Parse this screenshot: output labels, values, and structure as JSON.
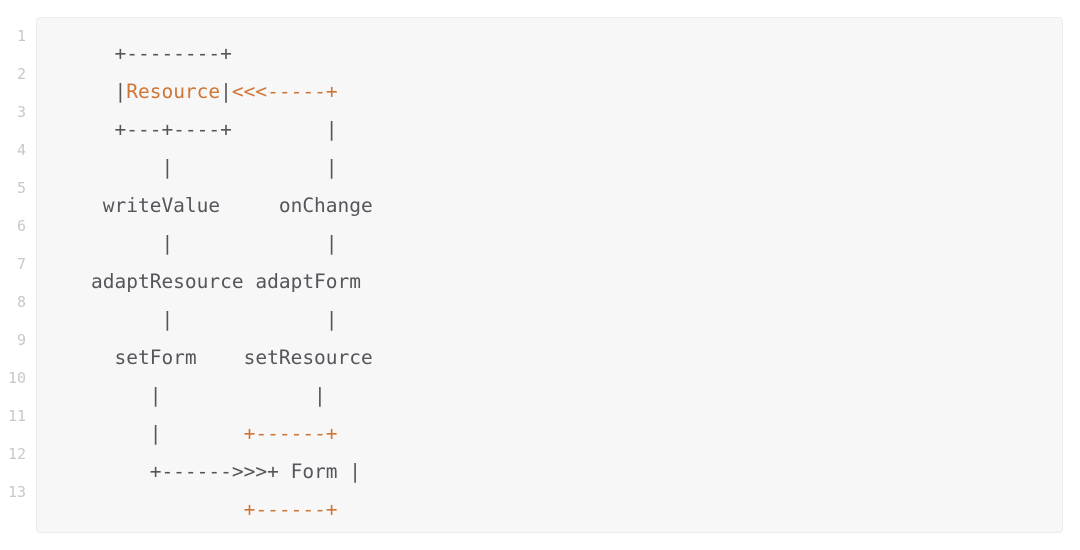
{
  "meta": {
    "kind": "ascii-art-code-block",
    "colors": {
      "page_background": "#ffffff",
      "block_background": "#f7f7f8",
      "block_border": "#ececee",
      "text_default": "#55565b",
      "text_accent": "#cf7535",
      "line_number": "#c8c8cc"
    }
  },
  "gutter": {
    "line_numbers": [
      "1",
      "2",
      "3",
      "4",
      "5",
      "6",
      "7",
      "8",
      "9",
      "10",
      "11",
      "12",
      "13"
    ]
  },
  "code": {
    "language": "text",
    "lines": [
      {
        "number": "1",
        "plain": "  +--------+",
        "tokens": [
          {
            "text": "  +--------+",
            "color": "default"
          }
        ]
      },
      {
        "number": "2",
        "plain": "  |Resource|<<<-----+",
        "tokens": [
          {
            "text": "  |",
            "color": "default"
          },
          {
            "text": "Resource",
            "color": "accent"
          },
          {
            "text": "|",
            "color": "default"
          },
          {
            "text": "<<<-----+",
            "color": "accent"
          }
        ]
      },
      {
        "number": "3",
        "plain": "  +---+----+        |",
        "tokens": [
          {
            "text": "  +---+----+        |",
            "color": "default"
          }
        ]
      },
      {
        "number": "4",
        "plain": "      |             |",
        "tokens": [
          {
            "text": "      |             |",
            "color": "default"
          }
        ]
      },
      {
        "number": "5",
        "plain": " writeValue     onChange",
        "tokens": [
          {
            "text": " writeValue     onChange",
            "color": "default"
          }
        ]
      },
      {
        "number": "6",
        "plain": "      |             |",
        "tokens": [
          {
            "text": "      |             |",
            "color": "default"
          }
        ]
      },
      {
        "number": "7",
        "plain": "adaptResource adaptForm",
        "tokens": [
          {
            "text": "adaptResource adaptForm",
            "color": "default"
          }
        ]
      },
      {
        "number": "8",
        "plain": "      |             |",
        "tokens": [
          {
            "text": "      |             |",
            "color": "default"
          }
        ]
      },
      {
        "number": "9",
        "plain": "  setForm    setResource",
        "tokens": [
          {
            "text": "  setForm    setResource",
            "color": "default"
          }
        ]
      },
      {
        "number": "10",
        "plain": "     |             |",
        "tokens": [
          {
            "text": "     |             |",
            "color": "default"
          }
        ]
      },
      {
        "number": "11",
        "plain": "     |       +------+",
        "tokens": [
          {
            "text": "     |       ",
            "color": "default"
          },
          {
            "text": "+------+",
            "color": "accent"
          }
        ]
      },
      {
        "number": "12",
        "plain": "     +------>>>+ Form |",
        "tokens": [
          {
            "text": "     +------>>>+ Form |",
            "color": "default"
          }
        ]
      },
      {
        "number": "13",
        "plain": "             +------+",
        "tokens": [
          {
            "text": "             ",
            "color": "default"
          },
          {
            "text": "+------+",
            "color": "accent"
          }
        ]
      }
    ]
  },
  "diagram": {
    "description": "ASCII flow diagram of a ControlValueAccessor style sync between Resource and Form",
    "nodes": [
      {
        "id": "resource",
        "label": "Resource",
        "style": "boxed",
        "accent": true
      },
      {
        "id": "form",
        "label": "Form",
        "style": "boxed",
        "accent": true
      }
    ],
    "steps_left": [
      "writeValue",
      "adaptResource",
      "setForm"
    ],
    "steps_right": [
      "onChange",
      "adaptForm",
      "setResource"
    ],
    "arrows": [
      {
        "from": "form",
        "to": "resource",
        "glyph": "<<<-----+"
      },
      {
        "from": "resource",
        "to": "form",
        "glyph": "+------>>>+"
      }
    ]
  }
}
